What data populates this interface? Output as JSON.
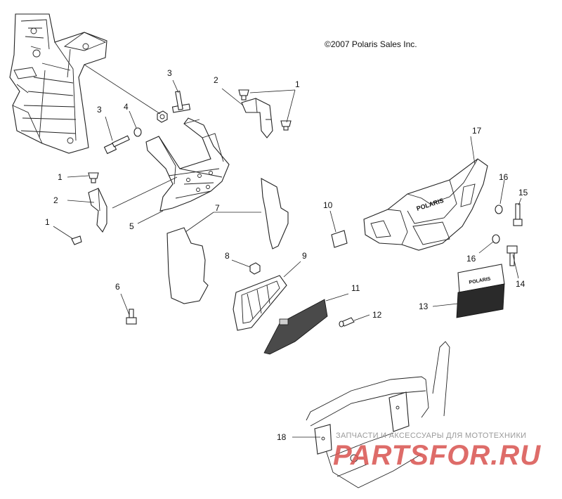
{
  "copyright": "©2007 Polaris Sales Inc.",
  "watermark": {
    "subtitle": "ЗАПЧАСТИ И АКСЕССУАРЫ ДЛЯ МОТОТЕХНИКИ",
    "brand": "PARTSFOR.RU",
    "color": "#d9534f"
  },
  "callouts": {
    "c1a": "1",
    "c1b": "1",
    "c1c": "1",
    "c2a": "2",
    "c2b": "2",
    "c3a": "3",
    "c3b": "3",
    "c4": "4",
    "c5": "5",
    "c6": "6",
    "c7": "7",
    "c8": "8",
    "c9": "9",
    "c10": "10",
    "c11": "11",
    "c12": "12",
    "c13": "13",
    "c14": "14",
    "c15": "15",
    "c16a": "16",
    "c16b": "16",
    "c17": "17",
    "c18": "18"
  },
  "logos": {
    "bumper": "POLARIS",
    "grille": "POLARIS"
  }
}
